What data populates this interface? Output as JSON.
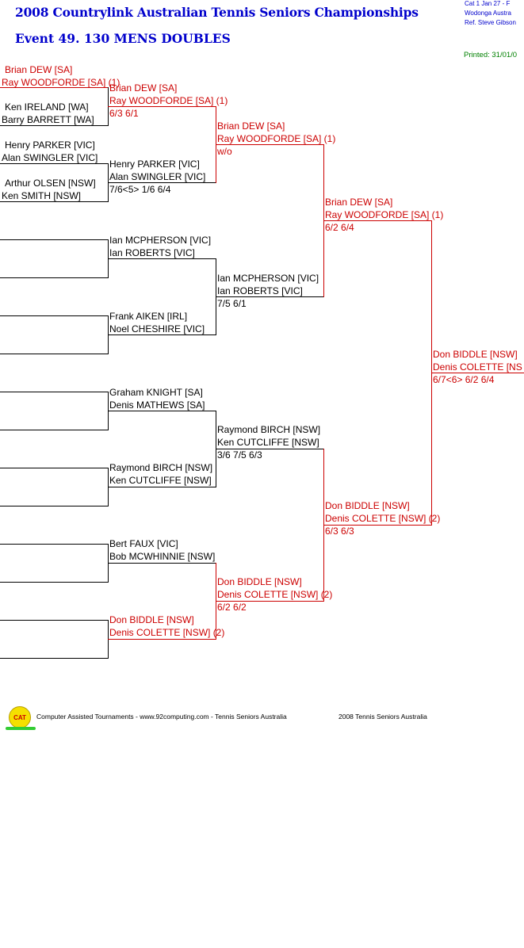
{
  "header": {
    "title": "2008 Countrylink Australian Tennis Seniors Championships",
    "event": "Event 49. 130 MENS DOUBLES",
    "info_line1": "Cat 1    Jan 27 - F",
    "info_line2": "Wodonga    Austra",
    "info_line3": "Ref. Steve Gibson",
    "printed": "Printed: 31/01/0"
  },
  "round1": [
    {
      "p1": "Brian DEW [SA]",
      "p2": "Ray WOODFORDE [SA] (1)"
    },
    {
      "p1": "Ken IRELAND [WA]",
      "p2": "Barry BARRETT [WA]"
    },
    {
      "p1": "Henry PARKER [VIC]",
      "p2": "Alan SWINGLER [VIC]"
    },
    {
      "p1": "Arthur OLSEN [NSW]",
      "p2": "Ken SMITH [NSW]"
    }
  ],
  "round2": [
    {
      "p1": "Brian DEW [SA]",
      "p2": "Ray WOODFORDE [SA] (1)",
      "score": "6/3 6/1"
    },
    {
      "p1": "Henry PARKER [VIC]",
      "p2": "Alan SWINGLER [VIC]",
      "score": "7/6<5> 1/6 6/4"
    },
    {
      "p1": "Ian MCPHERSON [VIC]",
      "p2": "Ian ROBERTS [VIC]",
      "score": ""
    },
    {
      "p1": "Frank AIKEN [IRL]",
      "p2": "Noel CHESHIRE [VIC]",
      "score": ""
    },
    {
      "p1": "Graham KNIGHT [SA]",
      "p2": "Denis MATHEWS [SA]",
      "score": ""
    },
    {
      "p1": "Raymond BIRCH [NSW]",
      "p2": "Ken CUTCLIFFE [NSW]",
      "score": ""
    },
    {
      "p1": "Bert FAUX [VIC]",
      "p2": "Bob MCWHINNIE [NSW]",
      "score": ""
    },
    {
      "p1": "Don BIDDLE [NSW]",
      "p2": "Denis COLETTE [NSW] (2)",
      "score": ""
    }
  ],
  "round3": [
    {
      "p1": "Brian DEW [SA]",
      "p2": "Ray WOODFORDE [SA] (1)",
      "score": "w/o"
    },
    {
      "p1": "Ian MCPHERSON [VIC]",
      "p2": "Ian ROBERTS [VIC]",
      "score": "7/5 6/1"
    },
    {
      "p1": "Raymond BIRCH [NSW]",
      "p2": "Ken CUTCLIFFE [NSW]",
      "score": "3/6 7/5 6/3"
    },
    {
      "p1": "Don BIDDLE [NSW]",
      "p2": "Denis COLETTE [NSW] (2)",
      "score": "6/2 6/2"
    }
  ],
  "round4": [
    {
      "p1": "Brian DEW [SA]",
      "p2": "Ray WOODFORDE [SA] (1)",
      "score": "6/2 6/4"
    },
    {
      "p1": "Don BIDDLE [NSW]",
      "p2": "Denis COLETTE [NSW] (2)",
      "score": "6/3 6/3"
    }
  ],
  "final": {
    "p1": "Don BIDDLE [NSW]",
    "p2": "Denis COLETTE [NS",
    "score": "6/7<6> 6/2 6/4"
  },
  "footer": {
    "logo_text": "CAT",
    "left": "Computer Assisted Tournaments - www.92computing.com -  Tennis Seniors Australia",
    "right": "2008 Tennis Seniors Australia"
  },
  "colors": {
    "winner_path": "#cc0000",
    "title": "#0000cc",
    "printed": "#008000"
  }
}
